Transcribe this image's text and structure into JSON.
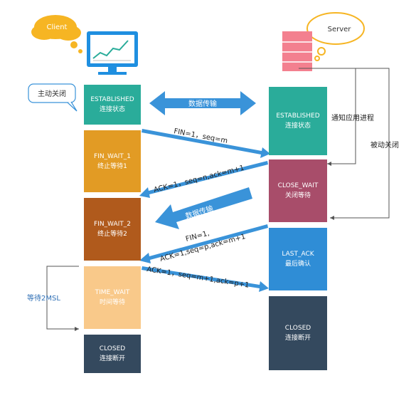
{
  "client": {
    "label": "Client",
    "cloud_color": "#f6b523",
    "note": "主动关闭",
    "states": [
      {
        "name": "ESTABLISHED",
        "desc": "连接状态",
        "color": "#2aac9a"
      },
      {
        "name": "FIN_WAIT_1",
        "desc": "终止等待1",
        "color": "#e29b24"
      },
      {
        "name": "FIN_WAIT_2",
        "desc": "终止等待2",
        "color": "#b05a1c"
      },
      {
        "name": "TIME_WAIT",
        "desc": "时间等待",
        "color": "#f9c98a"
      },
      {
        "name": "CLOSED",
        "desc": "连接断开",
        "color": "#34495e"
      }
    ],
    "wait_label": "等待2MSL"
  },
  "server": {
    "label": "Server",
    "states": [
      {
        "name": "ESTABLISHED",
        "desc": "连接状态",
        "color": "#2aac9a"
      },
      {
        "name": "CLOSE_WAIT",
        "desc": "关闭等待",
        "color": "#a84d6a"
      },
      {
        "name": "LAST_ACK",
        "desc": "最后确认",
        "color": "#2f8dd6"
      },
      {
        "name": "CLOSED",
        "desc": "连接断开",
        "color": "#34495e"
      }
    ],
    "notify_label": "通知应用进程",
    "passive_close": "被动关闭"
  },
  "messages": {
    "data_transfer_1": "数据传输",
    "fin1": "FIN=1，seq=m",
    "ack1": "ACK=1，seq=n,ack=m+1",
    "data_transfer_2": "数据传输",
    "fin2_a": "FIN=1,",
    "fin2_b": "ACK=1,seq=p,ack=m+1",
    "ack2": "ACK=1，seq=m+1,ack=p+1"
  },
  "colors": {
    "arrow": "#3a93d9",
    "line": "#555555"
  }
}
